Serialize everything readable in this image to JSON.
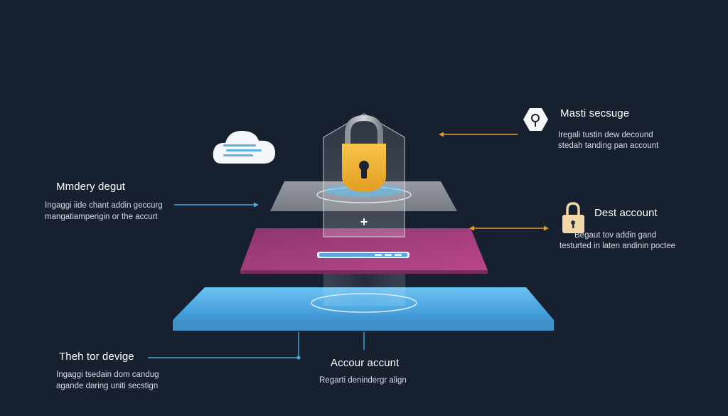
{
  "colors": {
    "background": "#17202f",
    "accent_blue": "#4aa9e0",
    "accent_orange": "#e89a2c",
    "layer_gray": "#8a8e97",
    "layer_magenta": "#a43d7d",
    "layer_blue": "#58b3ea",
    "lock_gold": "#f1b83a"
  },
  "icons": {
    "cloud": "cloud-icon",
    "padlock_main": "padlock-icon",
    "key_hint": "key-icon",
    "padlock_small": "padlock-icon",
    "plus": "plus-icon"
  },
  "labels": {
    "left_top": {
      "title": "Mmdery degut",
      "line1": "Ingaggi iide chant addin geccurg",
      "line2": "mangatiamperigin or the accurt"
    },
    "right_top": {
      "title": "Masti secsuge",
      "line1": "Iregali tustin dew decound",
      "line2": "stedah tanding pan account"
    },
    "right_mid": {
      "title": "Dest account",
      "line1": "Begaut tov addin gand",
      "line2": "testurted in laten andinin poctee"
    },
    "left_bottom": {
      "title": "Theh tor devige",
      "line1": "Ingaggi tsedain dom candug",
      "line2": "agande daring uniti secstign"
    },
    "center_bottom": {
      "title": "Accour accunt",
      "line1": "Regarti denindergr align"
    }
  },
  "center_symbol": "+"
}
